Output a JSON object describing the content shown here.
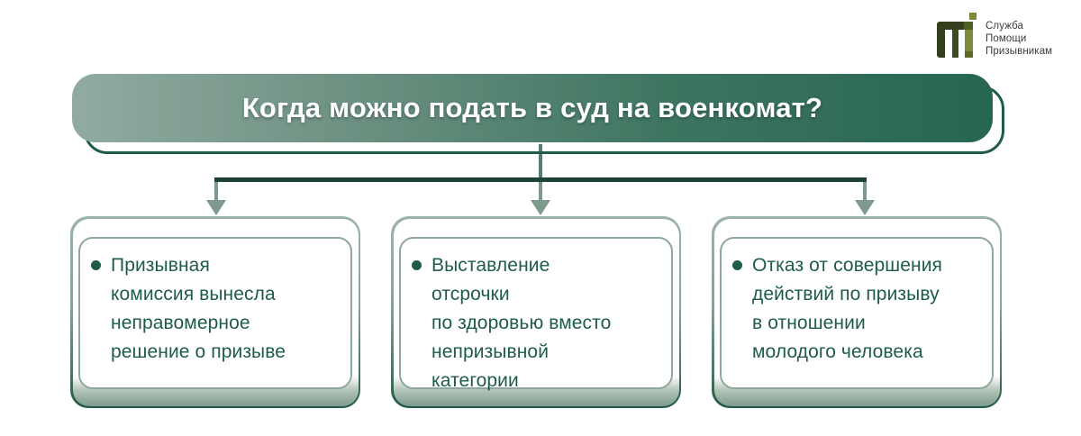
{
  "logo": {
    "text": "Служба\nПомощи\nПризывникам",
    "icon_colors": {
      "dark_green": "#333f1d",
      "mid_green": "#4f5f28",
      "olive": "#7d8a3a",
      "olive_dark": "#5d682c"
    }
  },
  "header": {
    "title": "Когда можно подать в суд на военкомат?",
    "gradient_left": "#91aba0",
    "gradient_right": "#266650",
    "outline_color": "#1e5c49",
    "text_color": "#ffffff"
  },
  "connectors": {
    "trunk_color": "#1b4435",
    "stem_color": "#55806f",
    "arrow_color": "#7e9a8c"
  },
  "cards": [
    {
      "text": "Призывная\nкомиссия вынесла\nнеправомерное\nрешение о призыве"
    },
    {
      "text": "Выставление\nотсрочки\nпо здоровью вместо\nнепризывной\nкатегории"
    },
    {
      "text": "Отказ от совершения\nдействий по призыву\nв отношении\nмолодого человека"
    }
  ],
  "card_style": {
    "text_color": "#1e5c49",
    "border_color": "#8fa89b",
    "bullet_color": "#1e5c49",
    "back_gradient_bottom": "#1d5846"
  }
}
